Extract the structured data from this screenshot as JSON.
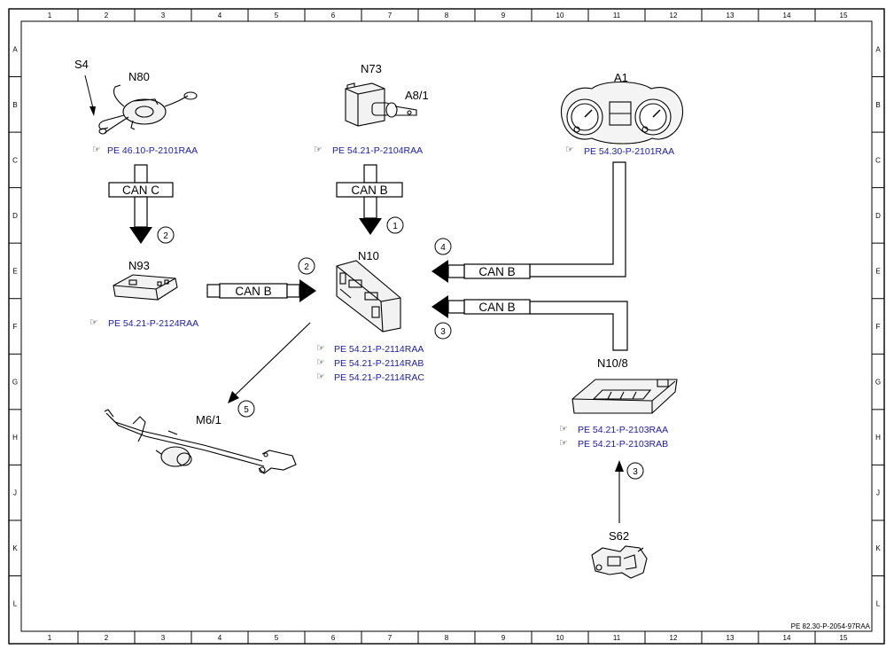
{
  "grid": {
    "columns": [
      "1",
      "2",
      "3",
      "4",
      "5",
      "6",
      "7",
      "8",
      "9",
      "10",
      "11",
      "12",
      "13",
      "14",
      "15"
    ],
    "rows": [
      "A",
      "B",
      "C",
      "D",
      "E",
      "F",
      "G",
      "H",
      "J",
      "K",
      "L"
    ]
  },
  "components": {
    "s4": "S4",
    "n80": "N80",
    "n73": "N73",
    "a8_1": "A8/1",
    "a1": "A1",
    "n93": "N93",
    "n10": "N10",
    "n10_8": "N10/8",
    "m6_1": "M6/1",
    "s62": "S62"
  },
  "references": {
    "n80": [
      "PE 46.10-P-2101RAA"
    ],
    "n73": [
      "PE 54.21-P-2104RAA"
    ],
    "a1": [
      "PE 54.30-P-2101RAA"
    ],
    "n93": [
      "PE 54.21-P-2124RAA"
    ],
    "n10": [
      "PE 54.21-P-2114RAA",
      "PE 54.21-P-2114RAB",
      "PE 54.21-P-2114RAC"
    ],
    "n10_8": [
      "PE 54.21-P-2103RAA",
      "PE 54.21-P-2103RAB"
    ]
  },
  "buses": {
    "n80_n93": "CAN C",
    "n73_n10": "CAN B",
    "n93_n10": "CAN B",
    "a1_n10": "CAN B",
    "n10_8_n10": "CAN B"
  },
  "steps": {
    "n80_n93": "2",
    "n73_n10": "1",
    "n93_n10": "2",
    "a1_n10": "4",
    "n10_8_n10": "3",
    "n10_m6_1": "5",
    "s62_n10_8": "3"
  },
  "footer_code": "PE 82.30-P-2054-97RAA"
}
